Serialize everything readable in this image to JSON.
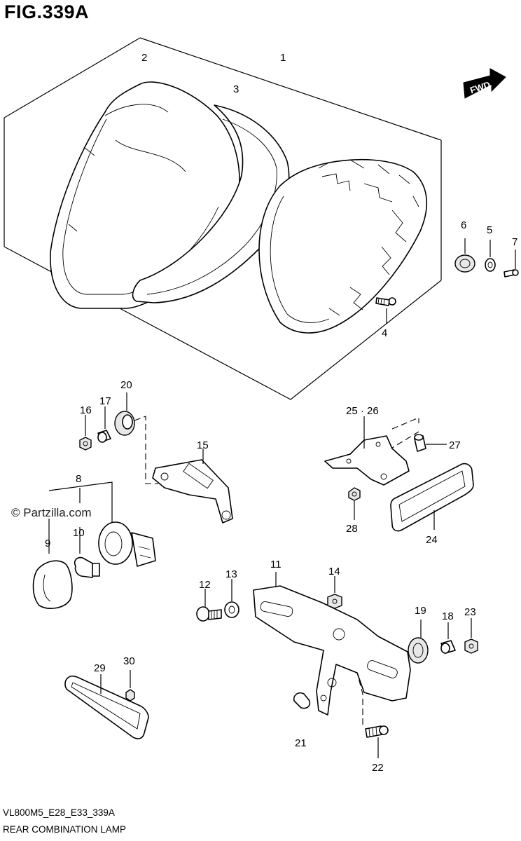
{
  "figure": {
    "title": "FIG.339A",
    "fwd_label": "FWD",
    "watermark": "© Partzilla.com",
    "drawing_code": "VL800M5_E28_E33_339A",
    "caption": "REAR COMBINATION LAMP"
  },
  "callouts": [
    "1",
    "2",
    "3",
    "4",
    "5",
    "6",
    "7",
    "8",
    "9",
    "10",
    "11",
    "12",
    "13",
    "14",
    "15",
    "16",
    "17",
    "20",
    "19",
    "18",
    "23",
    "21",
    "22",
    "24",
    "25 · 26",
    "27",
    "28",
    "29",
    "30"
  ]
}
